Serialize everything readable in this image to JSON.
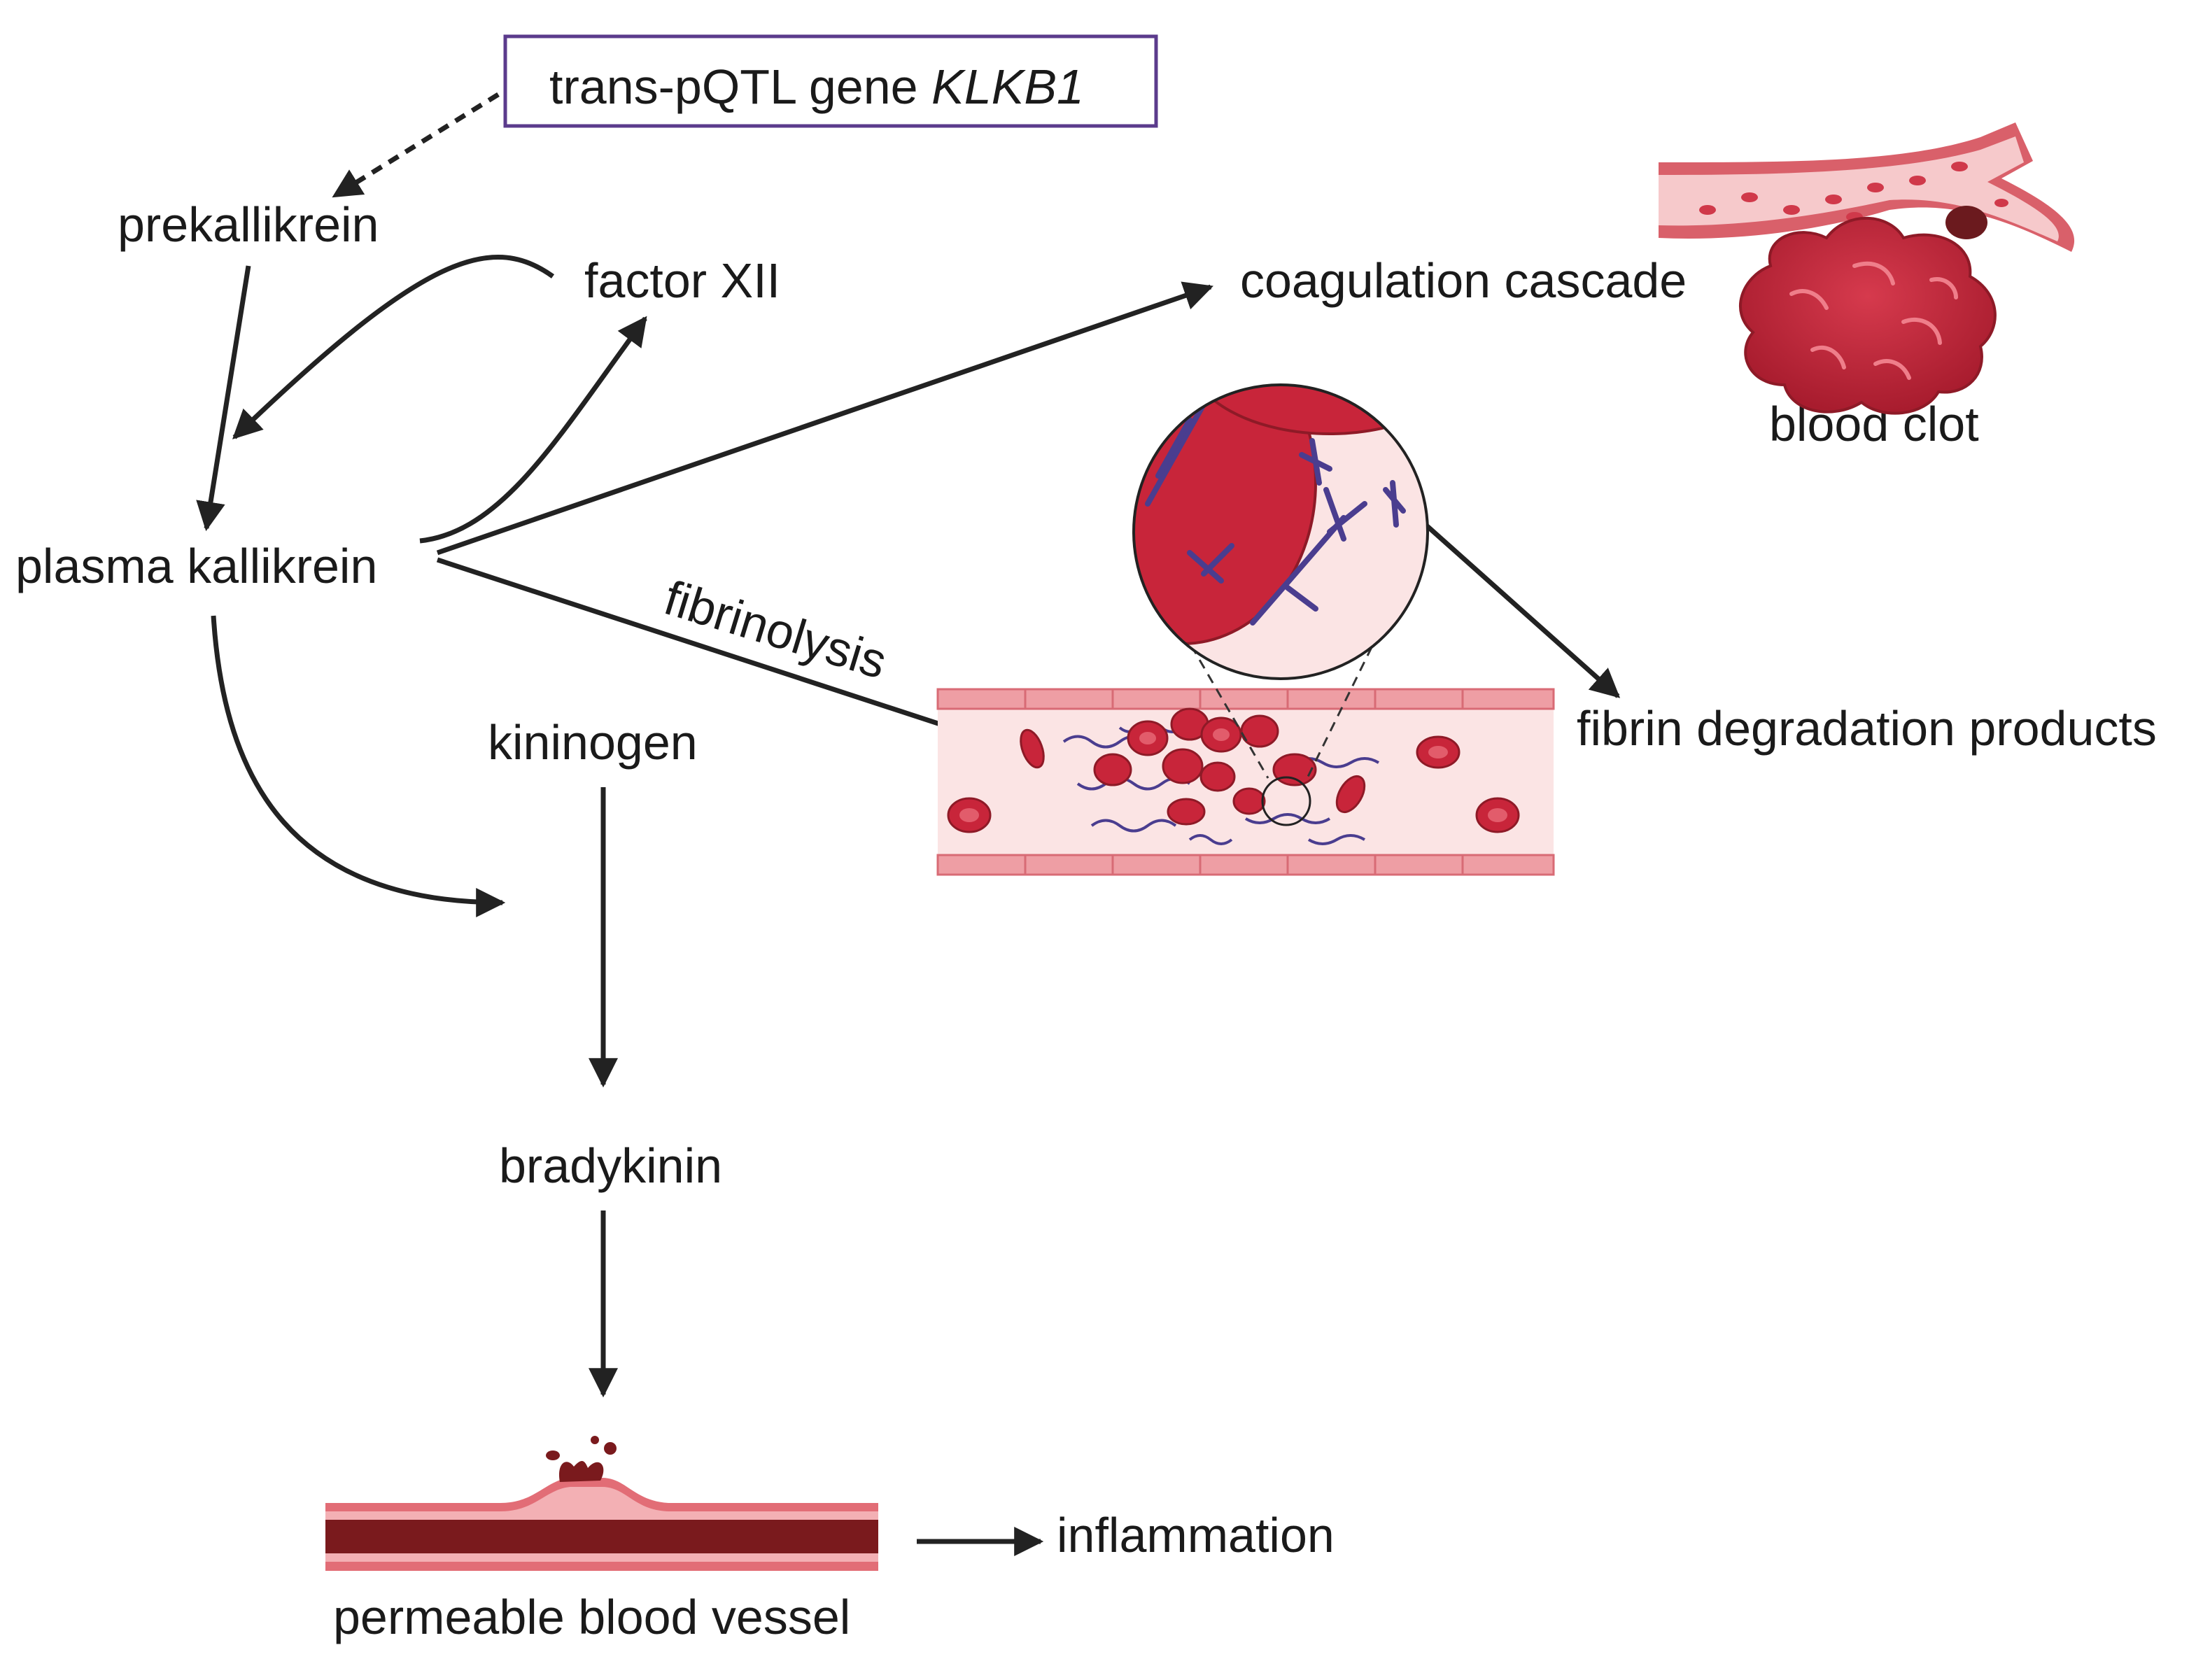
{
  "colors": {
    "text": "#1a1a1a",
    "arrow": "#222222",
    "box_border": "#5b3b8c",
    "blood_red": "#c8253a",
    "dark_red": "#7a1a1d",
    "vessel_pink": "#f3c4c6",
    "vessel_light": "#fbe4e4",
    "fibrin_purple": "#4a3d8f"
  },
  "nodes": {
    "gene_box_prefix": "trans-pQTL gene ",
    "gene_box_gene": "KLKB1",
    "prekallikrein": "prekallikrein",
    "factor_xii": "factor XII",
    "plasma_kallikrein": "plasma kallikrein",
    "coagulation_cascade": "coagulation cascade",
    "blood_clot": "blood clot",
    "fibrinolysis": "fibrinolysis",
    "fibrin_degradation_products": "fibrin degradation products",
    "kininogen": "kininogen",
    "bradykinin": "bradykinin",
    "permeable_blood_vessel": "permeable blood vessel",
    "inflammation": "inflammation"
  },
  "icons": {
    "blood_clot": "blood-clot-icon",
    "fibrin_zoom": "fibrin-magnifier-icon",
    "fibrinolysis_vessel": "vessel-fibrinolysis-icon",
    "permeable_vessel": "permeable-vessel-icon"
  }
}
